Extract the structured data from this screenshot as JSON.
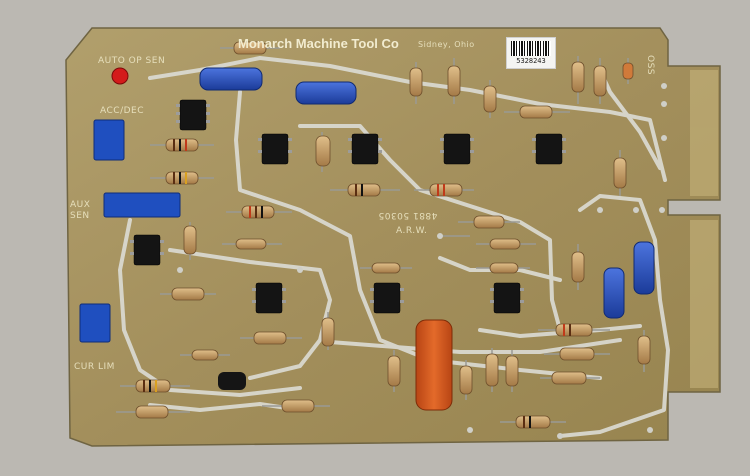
{
  "board": {
    "maker_label": "Monarch Machine Tool Co",
    "location_label": "Sidney, Ohio",
    "serial_sticker": "5328243",
    "part_number": "4881 50305",
    "arw_label": "A.R.W.",
    "left_labels": [
      "AUTO OP SEN",
      "ACC/DEC",
      "AUX SEN",
      "CUR LIM"
    ],
    "edge_label": "OSS"
  },
  "colors": {
    "background": "#b9b6b0",
    "board": "#a89563",
    "trace": "#d8d8d2",
    "ic": "#141414",
    "trimmer": "#1f4fbf",
    "capacitor_blue": "#2d55c4",
    "capacitor_orange": "#d0581c",
    "resistor": "#c8a06a"
  }
}
